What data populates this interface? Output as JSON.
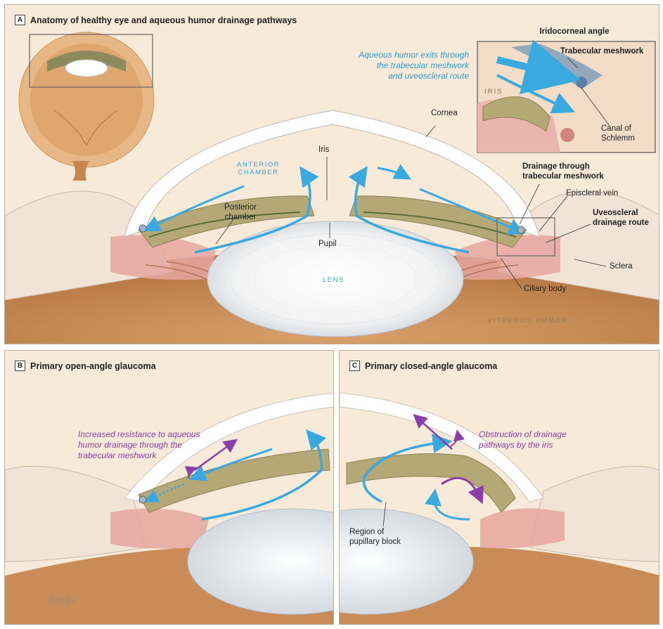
{
  "panel_a": {
    "badge": "A",
    "title": "Anatomy of healthy eye and aqueous humor drainage pathways",
    "inset_title": "Iridocorneal angle",
    "inset_labels": {
      "trabecular": "Trabecular meshwork",
      "iris": "IRIS",
      "canal": "Canal of\nSchlemm"
    },
    "note": "Aqueous humor exits through\nthe trabecular meshwork\nand uveoscleral route",
    "labels": {
      "cornea": "Cornea",
      "iris": "Iris",
      "anterior_chamber": "ANTERIOR\nCHAMBER",
      "posterior_chamber": "Posterior\nchamber",
      "pupil": "Pupil",
      "lens": "LENS",
      "drainage": "Drainage through\ntrabecular meshwork",
      "episcleral": "Episcleral vein",
      "uveoscleral": "Uveoscleral\ndrainage route",
      "sclera": "Sclera",
      "ciliary": "Ciliary body",
      "vitreous": "VITREOUS HUMOR"
    }
  },
  "panel_b": {
    "badge": "B",
    "title": "Primary open-angle glaucoma",
    "note": "Increased resistance to aqueous\nhumor drainage through the\ntrabecular meshwork"
  },
  "panel_c": {
    "badge": "C",
    "title": "Primary closed-angle glaucoma",
    "note": "Obstruction of drainage\npathways by the iris",
    "label": "Region of\npupillary block"
  },
  "signature": "Burke",
  "colors": {
    "flow_blue": "#3aa9e0",
    "resistance_purple": "#8a3fa8",
    "background": "#f7ead8",
    "tissue_pink": "#e6a6a0",
    "vitreous_brown": "#c98c58"
  }
}
